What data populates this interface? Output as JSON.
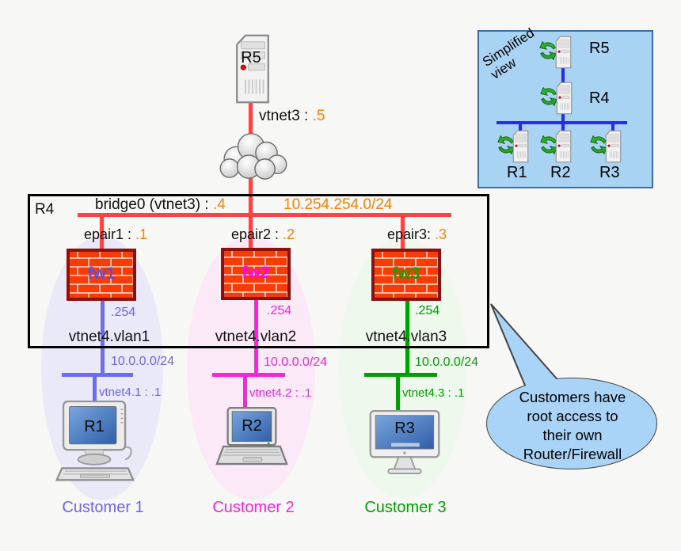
{
  "colors": {
    "red_line": "#ff4343",
    "orange_text": "#ff8000",
    "customer1_accent": "#6b66f2",
    "customer2_accent": "#ff22dd",
    "customer3_accent": "#00a000",
    "fw1_label": "#5b4ee0",
    "fw2_label": "#ff00ff",
    "fw3_label": "#15a000",
    "panel_bg": "#a9d3f2",
    "bubble_bg": "#aad4f7",
    "brick": "#f83c05"
  },
  "top": {
    "r5_label": "R5",
    "vtnet3_prefix": "vtnet3 : ",
    "vtnet3_value": ".5"
  },
  "r4box": {
    "label": "R4",
    "bridge_prefix": "bridge0 (vtnet3) : ",
    "bridge_value": ".4",
    "wan_subnet": "10.254.254.0/24",
    "epairs": [
      {
        "prefix": "epair1 : ",
        "value": ".1"
      },
      {
        "prefix": "epair2 : ",
        "value": ".2"
      },
      {
        "prefix": "epair3: ",
        "value": ".3"
      }
    ]
  },
  "firewalls": [
    {
      "name": "fw1",
      "gateway": ".254",
      "vlan": "vtnet4.vlan1"
    },
    {
      "name": "fw2",
      "gateway": ".254",
      "vlan": "vtnet4.vlan2"
    },
    {
      "name": "fw3",
      "gateway": ".254",
      "vlan": "vtnet4.vlan3"
    }
  ],
  "customers": [
    {
      "subnet": "10.0.0.0/24",
      "vif": "vtnet4.1 : .1",
      "host": "R1",
      "label": "Customer 1"
    },
    {
      "subnet": "10.0.0.0/24",
      "vif": "vtnet4.2 : .1",
      "host": "R2",
      "label": "Customer 2"
    },
    {
      "subnet": "10.0.0.0/24",
      "vif": "vtnet4.3 : .1",
      "host": "R3",
      "label": "Customer 3"
    }
  ],
  "simplified": {
    "title": "Simplified view",
    "nodes": [
      "R5",
      "R4",
      "R1",
      "R2",
      "R3"
    ]
  },
  "bubble": {
    "lines": [
      "Customers have",
      "root access to",
      "their own",
      "Router/Firewall"
    ]
  }
}
